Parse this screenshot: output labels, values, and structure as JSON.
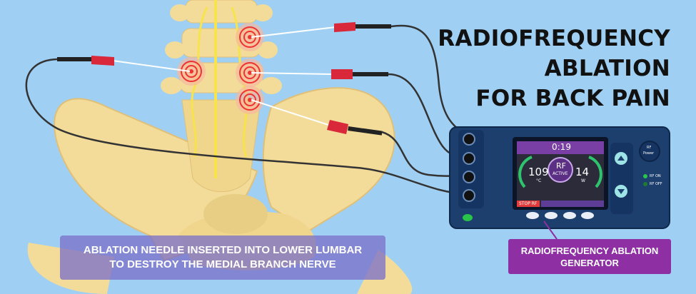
{
  "title": {
    "line1": "RADIOFREQUENCY",
    "line2": "ABLATION",
    "line3": "FOR BACK PAIN"
  },
  "caption_left": {
    "line1": "ABLATION NEEDLE INSERTED INTO LOWER LUMBAR",
    "line2": "TO DESTROY THE MEDIAL BRANCH NERVE"
  },
  "caption_right": {
    "line1": "RADIOFREQUENCY ABLATION",
    "line2": "GENERATOR"
  },
  "device": {
    "timer": "0:19",
    "temperature": "109",
    "temperature_unit": "°C",
    "power": "14",
    "power_unit": "W",
    "center_label_top": "RF",
    "center_label_bottom": "ACTIVE",
    "stop_label": "STOP RF",
    "rf_power_line1": "RF",
    "rf_power_line2": "Power",
    "rf_on_label": "RF ON",
    "rf_off_label": "RF OFF"
  },
  "colors": {
    "background": "#9fd0f4",
    "bone": "#f3dc9a",
    "bone_shadow": "#e3c57a",
    "device_body": "#1d3f6e",
    "screen_bg": "#2b2b3a",
    "screen_header": "#7a3fa5",
    "stop_button": "#e23b3b",
    "caption_left_bg": "#7a6ec8",
    "caption_right_bg": "#8e2fa3",
    "needle_handle": "#d8283a",
    "nerve": "#f7e34b",
    "rf_on": "#29c44a"
  }
}
